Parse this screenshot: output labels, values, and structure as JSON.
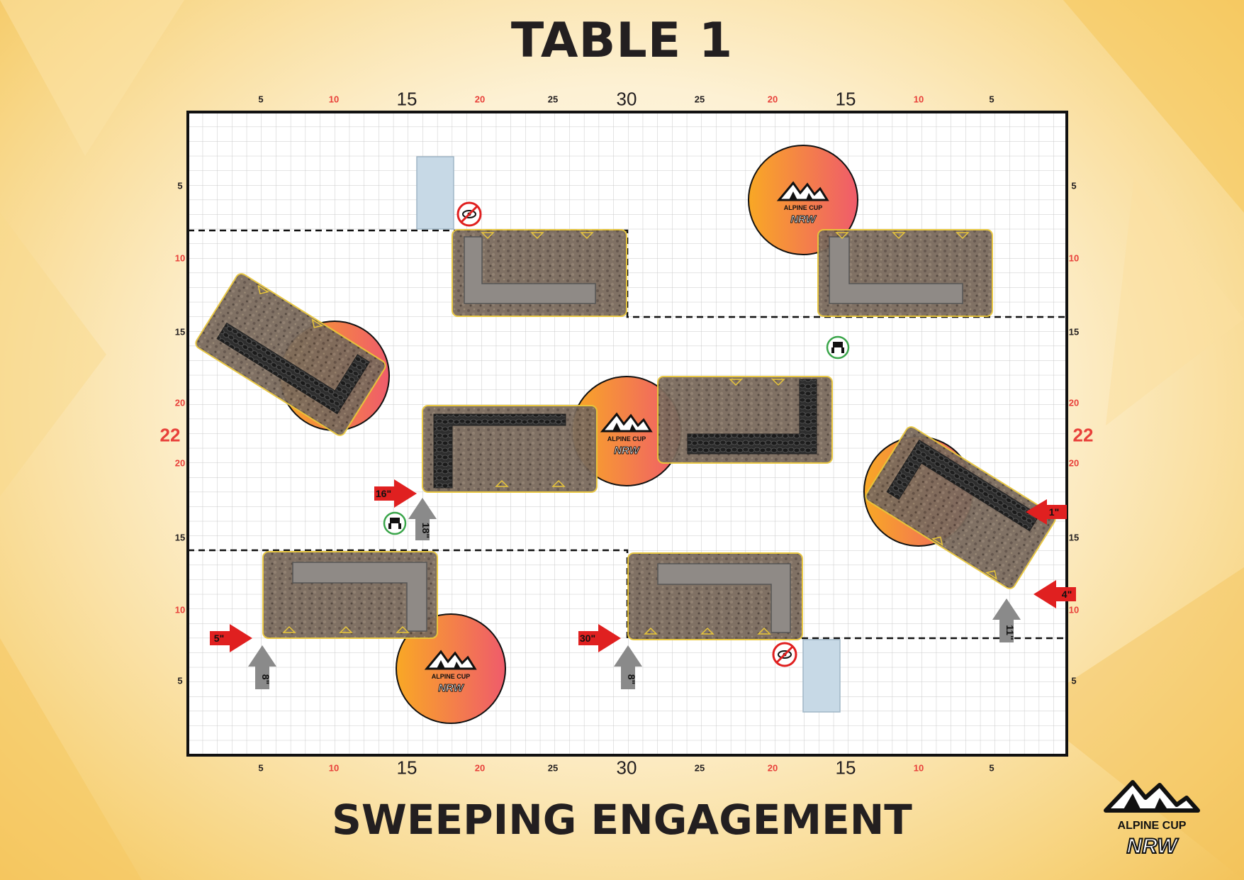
{
  "header": {
    "title": "TABLE 1"
  },
  "footer": {
    "mission": "SWEEPING ENGAGEMENT"
  },
  "axes": {
    "top": [
      "5",
      "10",
      "15",
      "20",
      "25",
      "30",
      "25",
      "20",
      "15",
      "10",
      "5"
    ],
    "bottom": [
      "5",
      "10",
      "15",
      "20",
      "25",
      "30",
      "25",
      "20",
      "15",
      "10",
      "5"
    ],
    "left": [
      "5",
      "10",
      "15",
      "20",
      "22",
      "20",
      "15",
      "10",
      "5"
    ],
    "right": [
      "5",
      "10",
      "15",
      "20",
      "22",
      "20",
      "15",
      "10",
      "5"
    ]
  },
  "markers": {
    "red": [
      "16\"",
      "5\"",
      "30\"",
      "1\"",
      "4\""
    ],
    "grey": [
      "18\"",
      "8\"",
      "8\"",
      "11\""
    ]
  },
  "logo": {
    "line1": "ALPINE CUP",
    "line2": "NRW"
  },
  "colors": {
    "axis_red": "#e8403a",
    "objective_start": "#f9a825",
    "objective_end": "#ef5b6b",
    "ruin_fill": "#7a6a5c",
    "red_arrow": "#e02020",
    "grey_arrow": "#8a8a8a",
    "grid": "#c9c9c9"
  }
}
